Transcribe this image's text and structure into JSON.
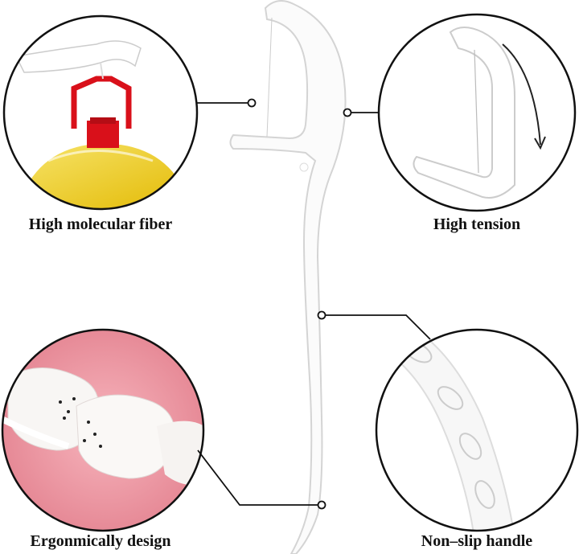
{
  "features": [
    {
      "label": "High molecular fiber",
      "icon": "bottle-lift-illustration"
    },
    {
      "label": "High tension",
      "icon": "floss-head-tension-illustration"
    },
    {
      "label": "Ergonmically design",
      "icon": "teeth-cleaning-illustration"
    },
    {
      "label": "Non–slip handle",
      "icon": "handle-grip-closeup"
    }
  ],
  "colors": {
    "bottle_cap": "#d9101a",
    "oil": "#f2d21a",
    "gum": "#f29aa6",
    "outline": "#111111"
  }
}
